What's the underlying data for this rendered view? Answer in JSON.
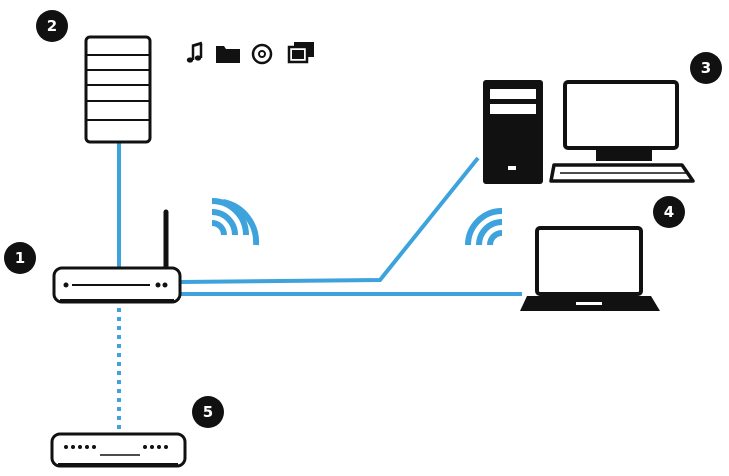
{
  "colors": {
    "link": "#3ea3dc",
    "device": "#111111",
    "badge": "#111111",
    "badge_text": "#ffffff",
    "background": "#ffffff"
  },
  "badges": [
    {
      "id": "router",
      "label": "1"
    },
    {
      "id": "nas",
      "label": "2"
    },
    {
      "id": "desktop",
      "label": "3"
    },
    {
      "id": "laptop",
      "label": "4"
    },
    {
      "id": "extender",
      "label": "5"
    }
  ],
  "media_icons": [
    "music-note-icon",
    "folder-icon",
    "disc-icon",
    "photos-icon"
  ],
  "devices": [
    "router",
    "nas-server",
    "desktop-tower",
    "monitor",
    "keyboard",
    "laptop",
    "powerline-adapter"
  ],
  "links": [
    {
      "from": "router",
      "to": "nas-server",
      "style": "solid"
    },
    {
      "from": "router",
      "to": "desktop-tower",
      "style": "solid"
    },
    {
      "from": "router",
      "to": "laptop",
      "style": "solid"
    },
    {
      "from": "router",
      "to": "powerline-adapter",
      "style": "dotted"
    }
  ],
  "wifi_signals": [
    "router-wifi-signal",
    "client-wifi-signal"
  ]
}
